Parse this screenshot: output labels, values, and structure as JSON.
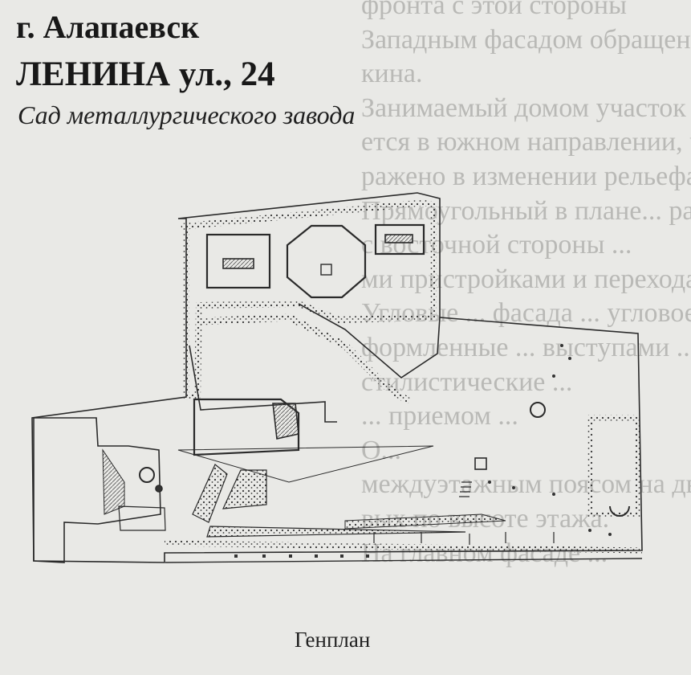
{
  "header": {
    "city": "г. Алапаевск",
    "street": "ЛЕНИНА ул., 24",
    "subtitle": "Сад металлургического завода"
  },
  "caption": "Генплан",
  "background_text": {
    "lines": [
      "фронта с этой стороны",
      "Западным фасадом обращен",
      "кина.",
      "Занимаемый домом участок понижа-",
      "ется в южном направлении, что вы-",
      "ражено в изменении рельефа.",
      "Прямоугольный в плане... расположен",
      "с восточной стороны ...",
      "ми пристройками и переходами...",
      "Угловые ... фасада ... угловое",
      "формленные ... выступами ...",
      "стилистические ... ",
      "... приемом ...",
      "О...",
      "междуэтажным поясом на два одинако-",
      "вых по высоте этажа.",
      "На главном фасаде ..."
    ],
    "bottom_right": [
      "..."
    ]
  }
}
